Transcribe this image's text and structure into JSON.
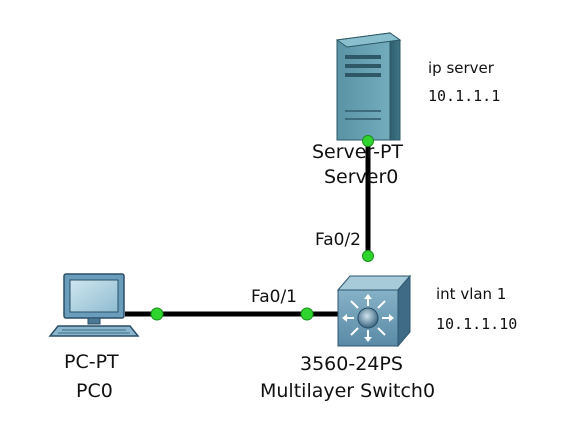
{
  "devices": {
    "server": {
      "type": "Server-PT",
      "name": "Server0",
      "icon": "server-icon"
    },
    "switch": {
      "type": "3560-24PS",
      "name": "Multilayer Switch0",
      "icon": "multilayer-switch-icon"
    },
    "pc": {
      "type": "PC-PT",
      "name": "PC0",
      "icon": "pc-icon"
    }
  },
  "links": [
    {
      "from": "switch",
      "to": "server",
      "port_label": "Fa0/2"
    },
    {
      "from": "pc",
      "to": "switch",
      "port_label": "Fa0/1"
    }
  ],
  "annotations": {
    "server_label": "ip server",
    "server_ip": "10.1.1.1",
    "switch_label": "int vlan 1",
    "switch_ip": "10.1.1.10"
  },
  "colors": {
    "link_up": "#2fd42f",
    "cable": "#000000",
    "server_body": "#5e98a8",
    "switch_body": "#7aa6be",
    "pc_body": "#6a9cbc"
  }
}
